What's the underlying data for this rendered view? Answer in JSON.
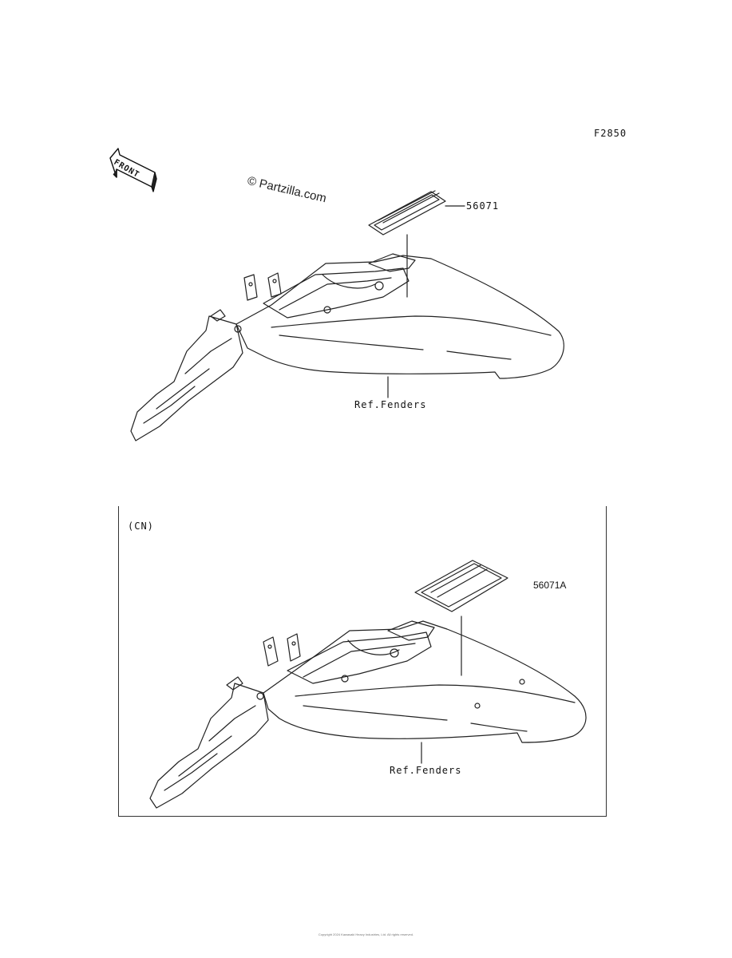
{
  "figure_code": "F2850",
  "watermark": "© Partzilla.com",
  "front_indicator": "FRONT",
  "top_diagram": {
    "part_label": "56071",
    "reference_label": "Ref.Fenders"
  },
  "cn_panel": {
    "region_label": "(CN)",
    "part_label": "56071A",
    "reference_label": "Ref.Fenders"
  },
  "footer_text": "Copyright 2024 Kawasaki Heavy Industries, Ltd. All rights reserved."
}
